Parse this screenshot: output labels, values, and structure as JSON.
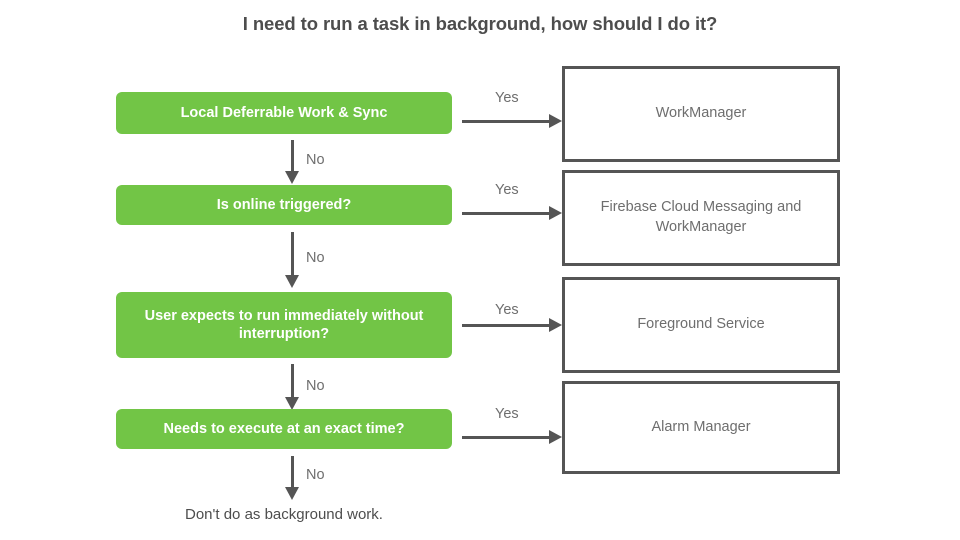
{
  "title": "I need to run a task in background, how should I do it?",
  "colors": {
    "decision_fill": "#72c546",
    "decision_text": "#ffffff",
    "outcome_border": "#555555",
    "outcome_text": "#6e6e6e",
    "arrow": "#555555",
    "title_text": "#4d4d4d",
    "background": "#ffffff"
  },
  "decisions": [
    {
      "label": "Local Deferrable Work & Sync"
    },
    {
      "label": "Is online triggered?"
    },
    {
      "label": "User expects to run immediately without interruption?"
    },
    {
      "label": "Needs to execute at an exact time?"
    }
  ],
  "outcomes": [
    {
      "label": "WorkManager"
    },
    {
      "label": "Firebase Cloud Messaging and WorkManager"
    },
    {
      "label": "Foreground Service"
    },
    {
      "label": "Alarm Manager"
    }
  ],
  "edges": {
    "yes": [
      {
        "label": "Yes"
      },
      {
        "label": "Yes"
      },
      {
        "label": "Yes"
      },
      {
        "label": "Yes"
      }
    ],
    "no": [
      {
        "label": "No"
      },
      {
        "label": "No"
      },
      {
        "label": "No"
      },
      {
        "label": "No"
      }
    ]
  },
  "terminal": {
    "label": "Don't do as background work."
  }
}
